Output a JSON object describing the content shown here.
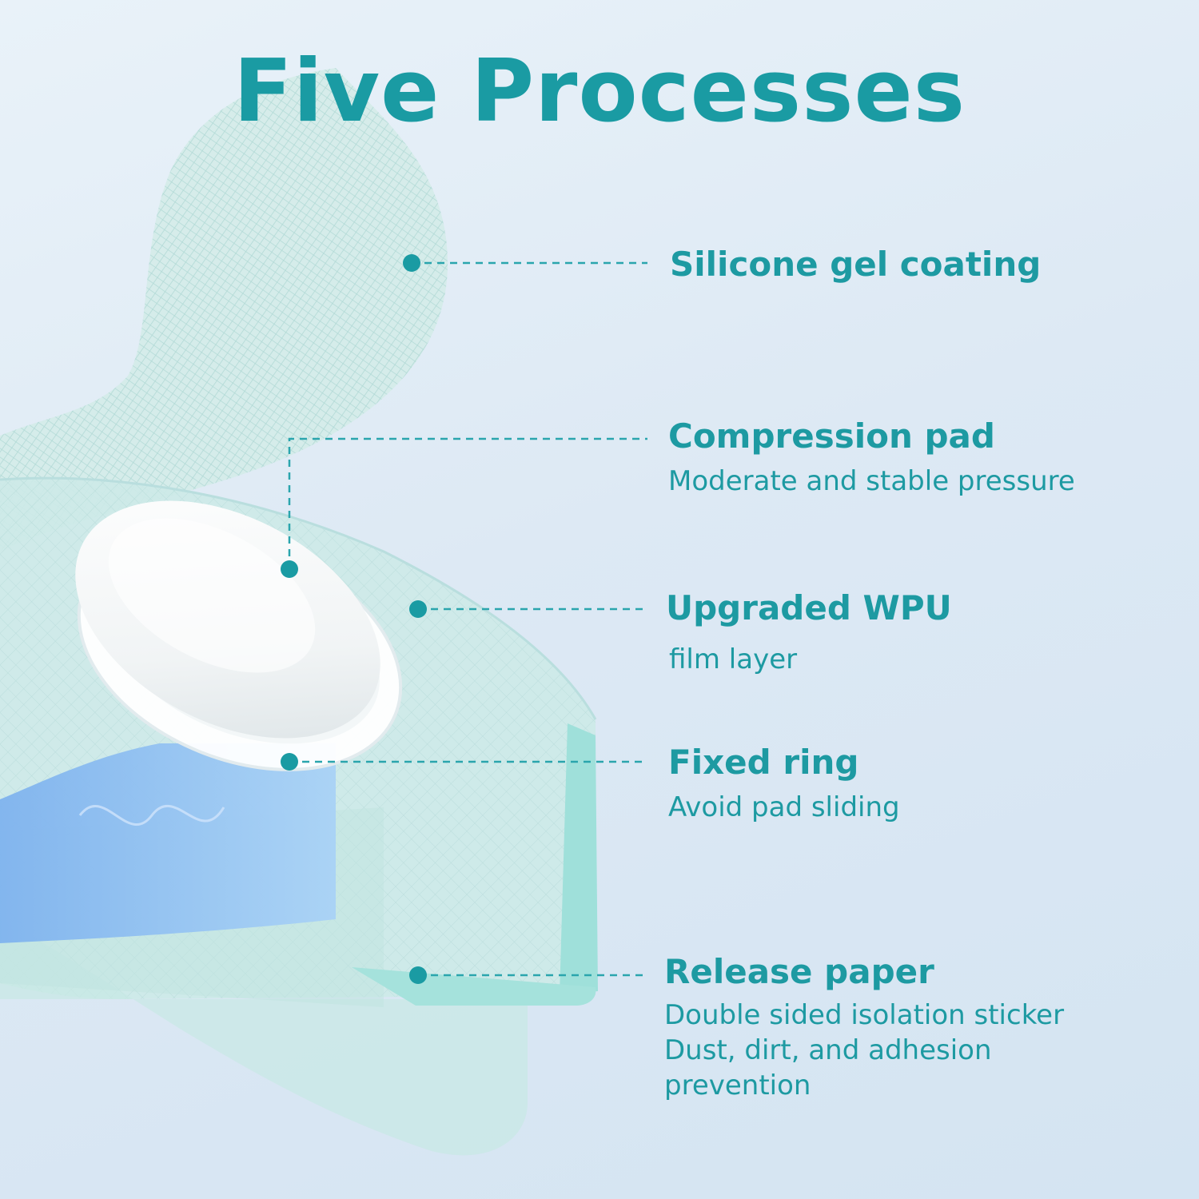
{
  "title": "Five Processes",
  "colors": {
    "accent": "#1a9ba3",
    "background": "#dde9f4",
    "mesh": "#bfe3de",
    "blue_band": "#8fc0f2",
    "aqua_band": "#9fe0da"
  },
  "callouts": [
    {
      "heading": "Silicone gel coating",
      "lines": []
    },
    {
      "heading": "Compression pad",
      "lines": [
        "Moderate and stable pressure"
      ]
    },
    {
      "heading": "Upgraded WPU",
      "lines": [
        "film layer"
      ]
    },
    {
      "heading": "Fixed ring",
      "lines": [
        "Avoid pad sliding"
      ]
    },
    {
      "heading": "Release paper",
      "lines": [
        "Double sided isolation sticker",
        "Dust, dirt, and adhesion",
        "prevention"
      ]
    }
  ]
}
